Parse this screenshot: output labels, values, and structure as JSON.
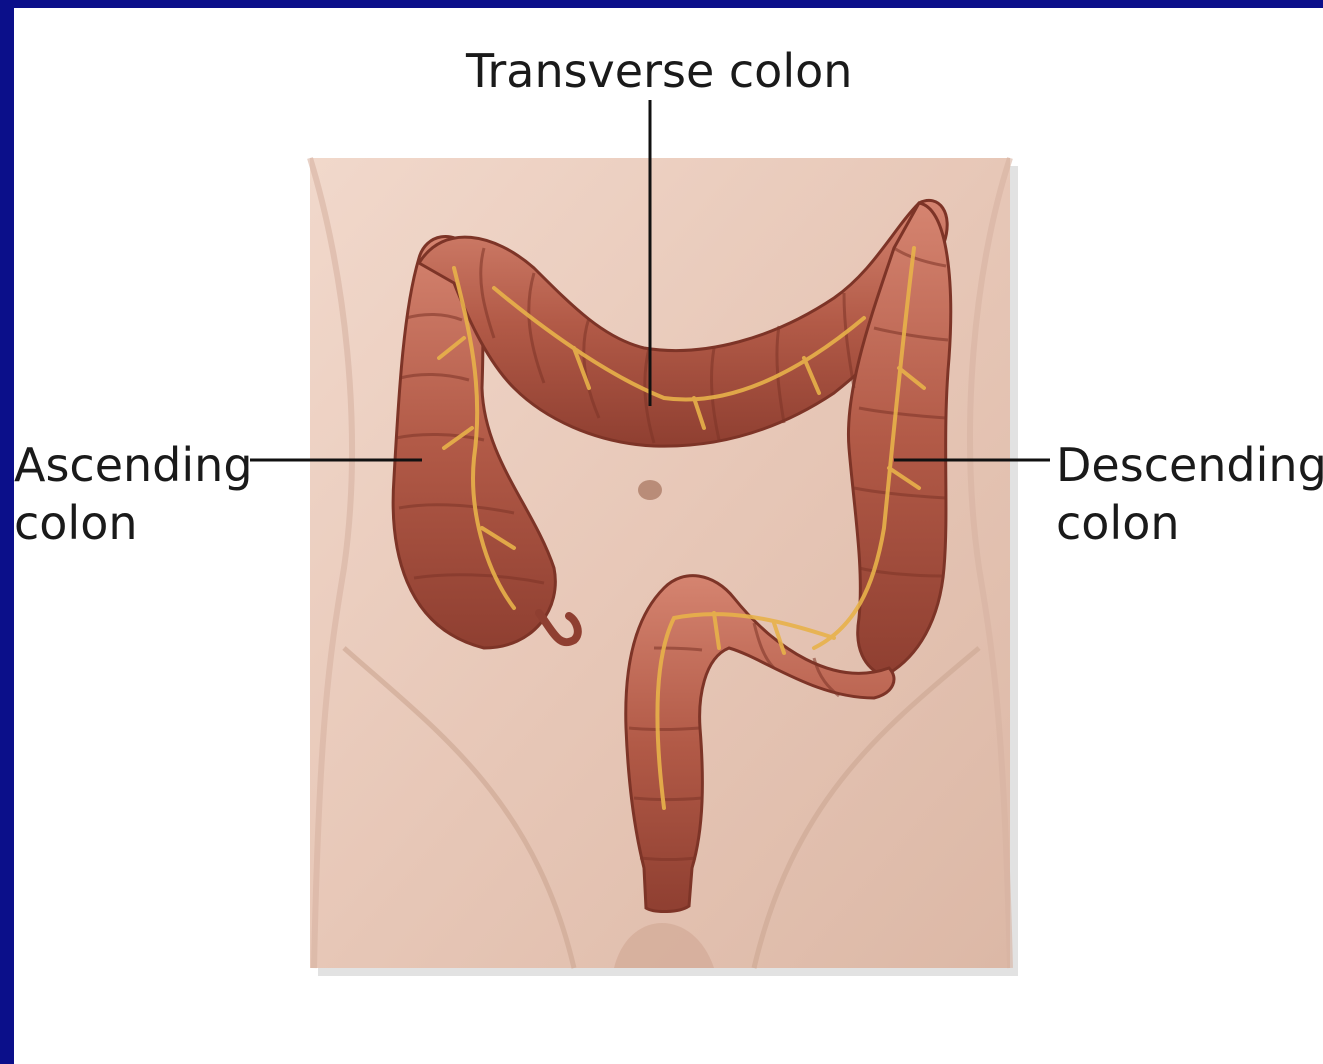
{
  "labels": {
    "transverse": "Transverse colon",
    "ascending_1": "Ascending",
    "ascending_2": "colon",
    "descending_1": "Descending",
    "descending_2": "colon"
  },
  "colors": {
    "frame": "#0b0f8a",
    "background": "#ffffff",
    "skin": "#e9cbbd",
    "colon": "#b45a48",
    "colon_highlight": "#d9836d",
    "vessels": "#e8b24a"
  }
}
